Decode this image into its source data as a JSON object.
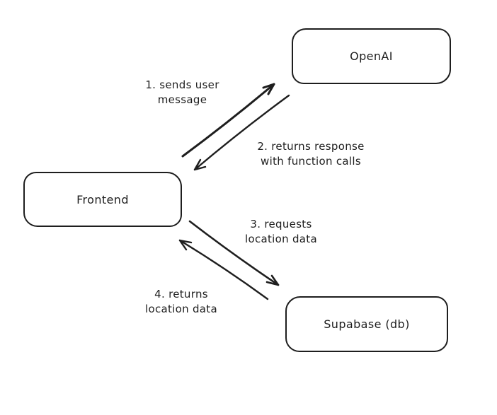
{
  "diagram": {
    "background_color": "#ffffff",
    "stroke_color": "#1e1e1e",
    "nodes": {
      "openai": {
        "label": "OpenAI"
      },
      "frontend": {
        "label": "Frontend"
      },
      "supabase": {
        "label": "Supabase (db)"
      }
    },
    "edges": [
      {
        "from": "Frontend",
        "to": "OpenAI",
        "label": "1. sends user\nmessage"
      },
      {
        "from": "OpenAI",
        "to": "Frontend",
        "label": "2. returns response\nwith function calls"
      },
      {
        "from": "Frontend",
        "to": "Supabase (db)",
        "label": "3. requests\nlocation data"
      },
      {
        "from": "Supabase (db)",
        "to": "Frontend",
        "label": "4. returns\nlocation data"
      }
    ]
  }
}
